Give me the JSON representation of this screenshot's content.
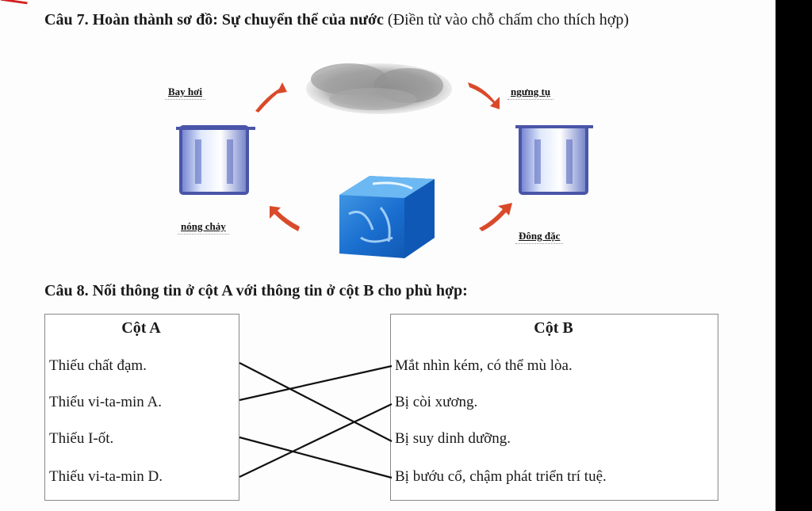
{
  "question7": {
    "title": "Câu 7. Hoàn thành sơ đồ: Sự chuyển thể của nước",
    "instruction": " (Điền từ vào chỗ chấm cho thích hợp)"
  },
  "diagram": {
    "labels": {
      "evaporation": "Bay hơi",
      "condensation": "ngưng tụ",
      "melting": "nóng chảy",
      "freezing": "Đông đặc"
    },
    "icons": [
      "cloud-icon",
      "water-beaker-icon",
      "ice-cube-icon",
      "curved-arrow-icon"
    ],
    "arrow_color": "#d94a2a"
  },
  "question8": {
    "title": "Câu 8. Nối thông tin ở cột A với thông tin ở cột B cho phù hợp:",
    "columnA": {
      "header": "Cột A",
      "items": [
        "Thiếu chất đạm.",
        "Thiếu vi-ta-min A.",
        "Thiếu I-ốt.",
        "Thiếu vi-ta-min D."
      ]
    },
    "columnB": {
      "header": "Cột B",
      "items": [
        "Mắt nhìn kém, có thể mù lòa.",
        "Bị còi xương.",
        "Bị suy dinh dưỡng.",
        "Bị bướu cổ, chậm phát triển trí tuệ."
      ]
    },
    "matches": [
      [
        0,
        2
      ],
      [
        1,
        0
      ],
      [
        2,
        3
      ],
      [
        3,
        1
      ]
    ]
  }
}
